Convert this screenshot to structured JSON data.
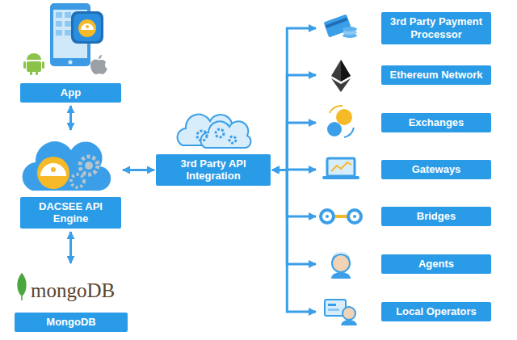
{
  "diagram": {
    "nodes": [
      {
        "text": [
          "App"
        ]
      },
      {
        "text": [
          "DACSEE API Engine"
        ]
      },
      {
        "text": [
          "mongoDB",
          "MongoDB"
        ]
      },
      {
        "text": [
          "3rd Party API Integration"
        ]
      },
      {
        "text": [
          "3rd Party Payment Processor"
        ]
      },
      {
        "text": [
          "Ethereum Network"
        ]
      },
      {
        "text": [
          "Exchanges"
        ]
      },
      {
        "text": [
          "Gateways"
        ]
      },
      {
        "text": [
          "Bridges"
        ]
      },
      {
        "text": [
          "Agents"
        ]
      },
      {
        "text": [
          "Local Operators"
        ]
      }
    ],
    "edges": [
      {
        "from": 0,
        "to": 1,
        "arrow": "both"
      },
      {
        "from": 1,
        "to": 2,
        "arrow": "both"
      },
      {
        "from": 1,
        "to": 3,
        "arrow": "both"
      },
      {
        "from": 3,
        "to": 4,
        "arrow": "both"
      },
      {
        "from": 3,
        "to": 5,
        "arrow": "both"
      },
      {
        "from": 3,
        "to": 6,
        "arrow": "both"
      },
      {
        "from": 3,
        "to": 7,
        "arrow": "both"
      },
      {
        "from": 3,
        "to": 8,
        "arrow": "both"
      },
      {
        "from": 3,
        "to": 9,
        "arrow": "both"
      },
      {
        "from": 3,
        "to": 10,
        "arrow": "both"
      }
    ]
  }
}
